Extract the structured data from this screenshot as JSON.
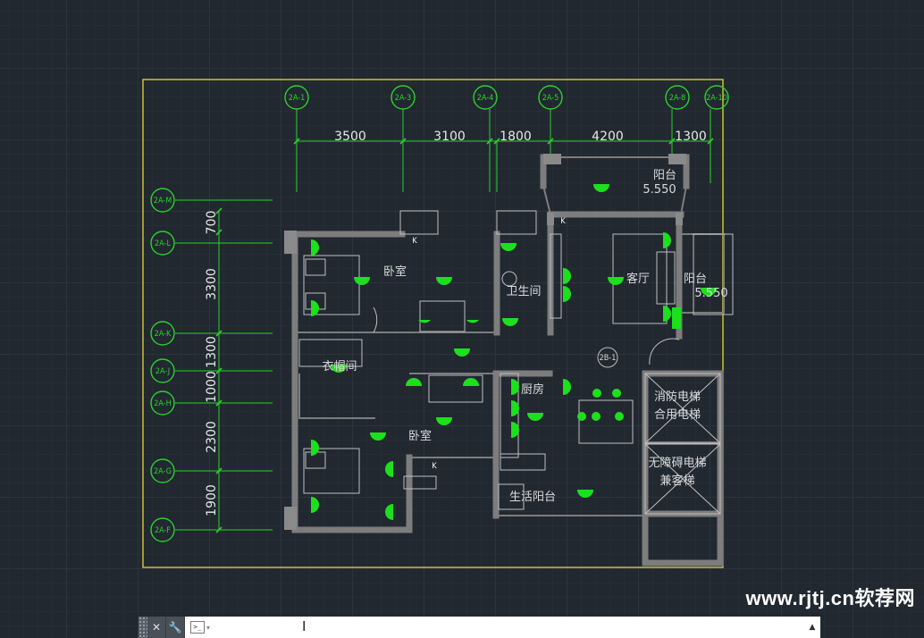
{
  "app": {
    "title": "AutoCAD - Apartment Floor Plan"
  },
  "plan": {
    "axes_top": [
      "2A-1",
      "2A-3",
      "2A-4",
      "2A-5",
      "2A-8",
      "2A-10"
    ],
    "axes_left": [
      "2A-M",
      "2A-L",
      "2A-K",
      "2A-J",
      "2A-H",
      "2A-G",
      "2A-F"
    ],
    "dims_top": [
      "3500",
      "3100",
      "1800",
      "4200",
      "1300"
    ],
    "dims_left": [
      "700",
      "3300",
      "1300",
      "1000",
      "2300",
      "1900"
    ],
    "rooms": {
      "bedroom_top": "卧室",
      "bedroom_bottom": "卧室",
      "bathroom": "卫生间",
      "living": "客厅",
      "balcony_right": "阳台",
      "balcony_top": "阳台",
      "closet": "衣帽间",
      "kitchen": "厨房",
      "service_balcony": "生活阳台",
      "fire_elevator_a": "消防电梯",
      "fire_elevator_b": "合用电梯",
      "accessible_a": "无障碍电梯",
      "accessible_b": "兼客梯"
    },
    "elevation_top": "5.550",
    "elevation_right": "5.550",
    "axis_marker": "2B-1",
    "tags": {
      "k1": "K",
      "k2": "K",
      "k3": "K"
    }
  },
  "watermark": "www.rjtj.cn软荐网",
  "command_line": {
    "close_icon": "✕",
    "settings_icon": "🔧",
    "prompt_glyph": ">_",
    "dropdown_glyph": "▾",
    "value": "",
    "placeholder": "",
    "history_glyph": "▲"
  },
  "colors": {
    "background": "#212830",
    "axis": "#2cd12c",
    "frame": "#e2d93a",
    "wall": "#7d7d7d"
  }
}
